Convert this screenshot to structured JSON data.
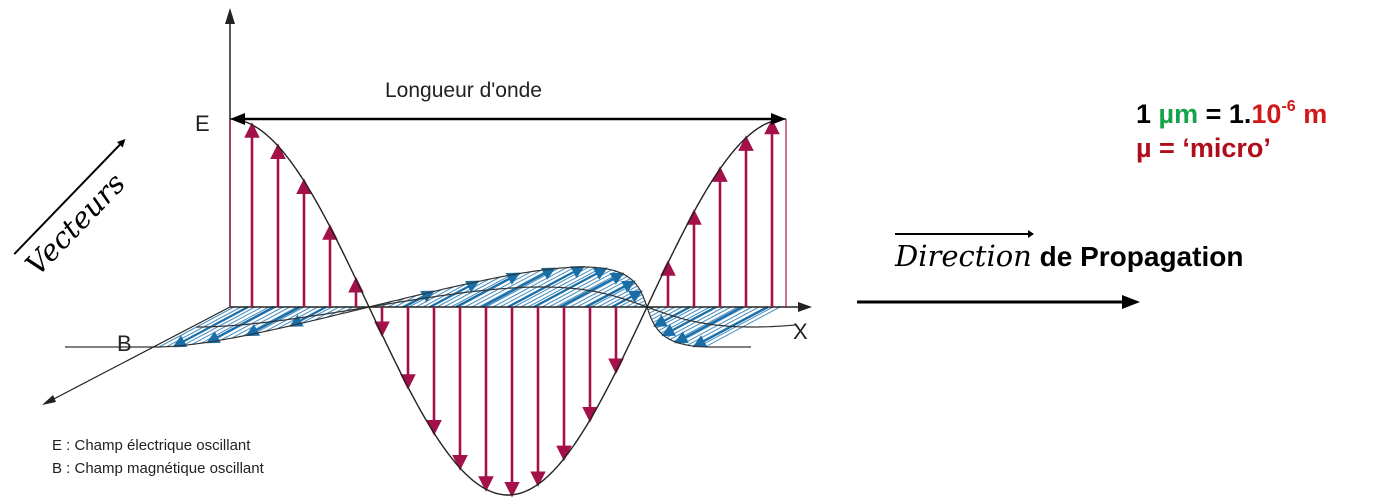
{
  "diagram": {
    "wavelength_label": "Longueur d'onde",
    "axis_e": "E",
    "axis_b": "B",
    "axis_x": "X",
    "legend_e": "E : Champ électrique oscillant",
    "legend_b": "B : Champ magnétique oscillant",
    "vectors_label": "Vecteurs"
  },
  "units": {
    "one": "1 ",
    "mu_m": "µm",
    "equals": " = 1.",
    "ten": "10",
    "exponent": "-6",
    "trailing": " m",
    "mu_prefix": "µ = ‘micro’"
  },
  "propagation": {
    "direction_word": "Direction",
    "rest": " de Propagation"
  },
  "colors": {
    "e_field": "#a3104a",
    "b_field": "#1a6ea8",
    "b_hatch": "#4a8fc0",
    "unit_green": "#17a34a",
    "unit_red": "#d01818",
    "micro_red": "#b00c1c"
  }
}
